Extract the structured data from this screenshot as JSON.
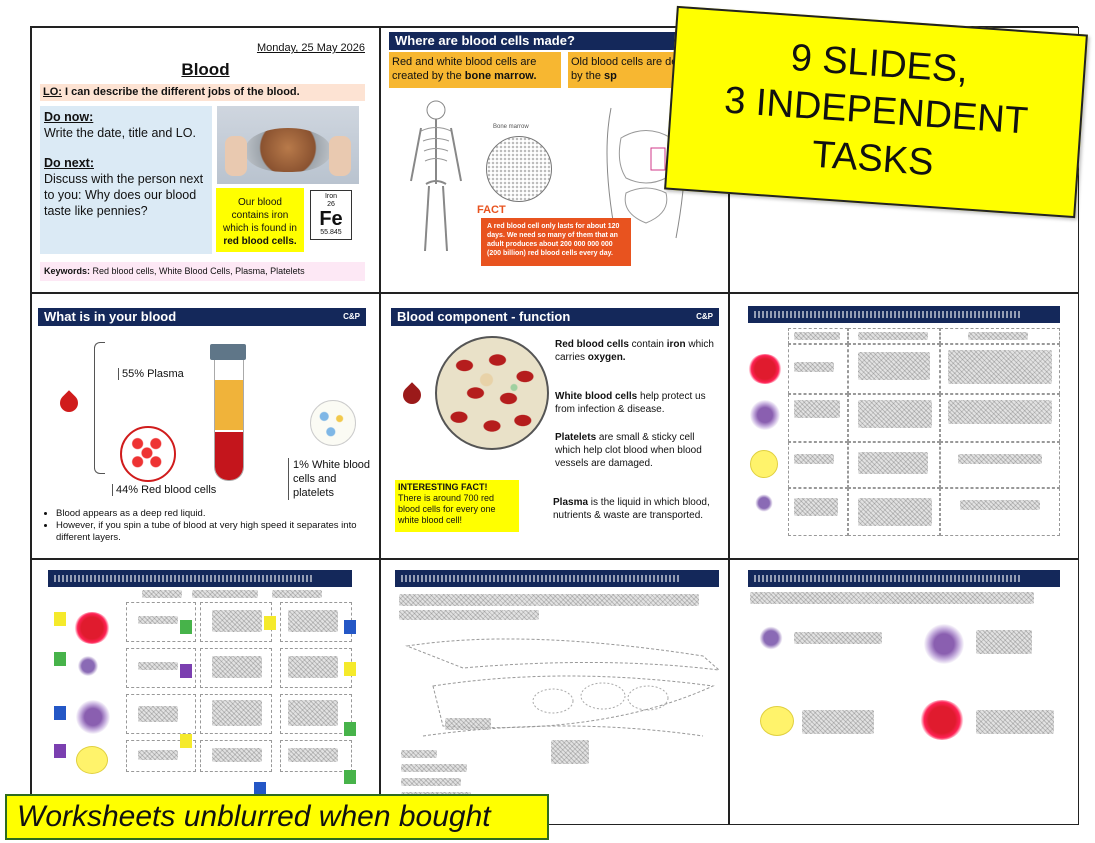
{
  "slide1": {
    "date": "Monday, 25 May 2026",
    "title": "Blood",
    "lo_prefix": "LO:",
    "lo_text": " I can describe the different jobs of the blood.",
    "do_now_label": "Do now:",
    "do_now_text": "Write the date, title and LO.",
    "do_next_label": "Do next:",
    "do_next_text": "Discuss with the person next to you: Why does our blood taste like pennies?",
    "iron_note_plain": "Our blood contains iron which is found in",
    "iron_note_bold": "red blood cells.",
    "element_name": "Iron",
    "element_number": "26",
    "element_symbol": "Fe",
    "element_mass": "55.845",
    "keywords_label": "Keywords:",
    "keywords_text": " Red blood cells, White Blood Cells, Plasma, Platelets"
  },
  "slide2": {
    "title": "Where are blood cells made?",
    "box1_plain": "Red and white blood cells are created by the ",
    "box1_bold": "bone marrow.",
    "box2_plain": "Old blood cells are destroyed by the ",
    "box2_bold": "sp",
    "bone_label": "Bone marrow",
    "fact_title": "FACT",
    "fact_text": "A red blood cell only lasts for about 120 days. We need so many of them that an adult produces about 200 000 000 000 (200 billion) red blood cells every day."
  },
  "slide4": {
    "title": "What is in your blood",
    "tag": "C&P",
    "plasma": "55% Plasma",
    "red": "44% Red blood cells",
    "white": "1% White blood cells and platelets",
    "bullet1": "Blood appears as a deep red liquid.",
    "bullet2": "However, if you spin a tube of blood at very high speed it separates into different layers."
  },
  "slide5": {
    "title": "Blood component - function",
    "tag": "C&P",
    "rbc_bold": "Red blood cells",
    "rbc_mid": " contain ",
    "rbc_bold2": "iron",
    "rbc_rest": " which carries ",
    "rbc_bold3": "oxygen.",
    "wbc_bold": "White blood cells",
    "wbc_rest": " help protect us from infection & disease.",
    "plt_bold": "Platelets",
    "plt_rest": " are small & sticky cell which help clot blood when blood vessels are damaged.",
    "fact_title": "INTERESTING FACT!",
    "fact_text": "There is around 700 red blood cells for every one white blood cell!",
    "plasma_bold": "Plasma",
    "plasma_rest": " is the liquid in which blood, nutrients & waste are transported."
  },
  "overlay": {
    "stamp_line1": "9 SLIDES,",
    "stamp_line2": "3 INDEPENDENT",
    "stamp_line3": "TASKS",
    "banner": "Worksheets unblurred when bought"
  },
  "colors": {
    "header_navy": "#14285a",
    "lo_peach": "#fde3d3",
    "task_blue": "#dbeaf5",
    "highlight_yellow": "#ffff00",
    "orange_box": "#f7b731",
    "fact_orange": "#e8531f",
    "keywords_pink": "#fde8f5"
  }
}
